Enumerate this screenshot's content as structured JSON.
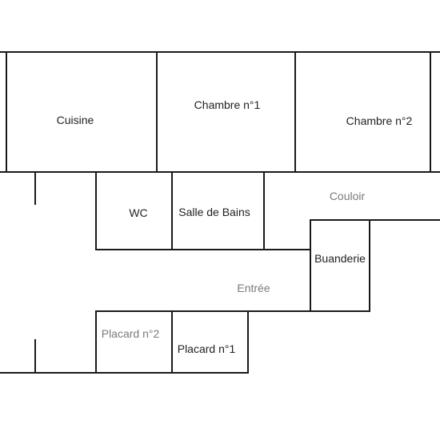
{
  "floor_plan": {
    "rooms": {
      "cuisine": "Cuisine",
      "chambre1": "Chambre n°1",
      "chambre2": "Chambre n°2",
      "wc": "WC",
      "salle_de_bains": "Salle de Bains",
      "couloir": "Couloir",
      "buanderie": "Buanderie",
      "entree": "Entrée",
      "placard2": "Placard n°2",
      "placard1": "Placard n°1"
    }
  }
}
